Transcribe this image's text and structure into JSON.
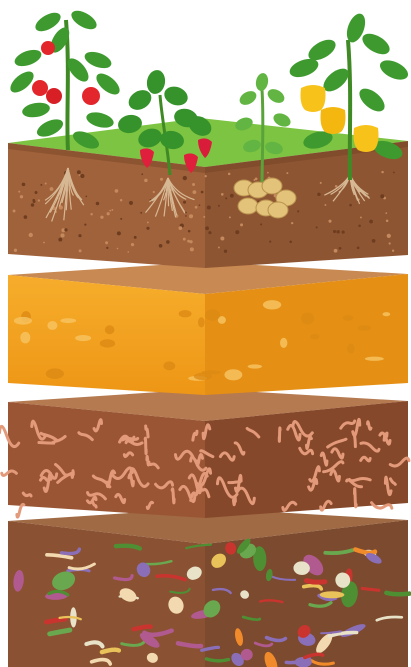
{
  "illustration": {
    "layers": [
      {
        "name": "topsoil-with-plants",
        "plants": [
          "tomato",
          "strawberry",
          "potato",
          "bell-pepper"
        ]
      },
      {
        "name": "sand"
      },
      {
        "name": "worms"
      },
      {
        "name": "compost"
      }
    ]
  },
  "colors": {
    "grass": "#7cc442",
    "soil_front": "#a0623b",
    "soil_side": "#8a5230",
    "soil_top": "#b87a4f",
    "sand_front": "#f2a020",
    "sand_side": "#e08c12",
    "sand_top": "#c88a52",
    "worm_front": "#9a5634",
    "worm_side": "#86482a",
    "worm_top": "#b57a50",
    "worm": "#e39a7a",
    "compost_front": "#8a5233",
    "compost_top": "#a06a45",
    "tomato": "#e2262b",
    "strawberry": "#e01f3d",
    "potato": "#e3c27a",
    "pepper": "#f7c21a",
    "leaf": "#3e9a2e",
    "root": "#d7b894"
  }
}
